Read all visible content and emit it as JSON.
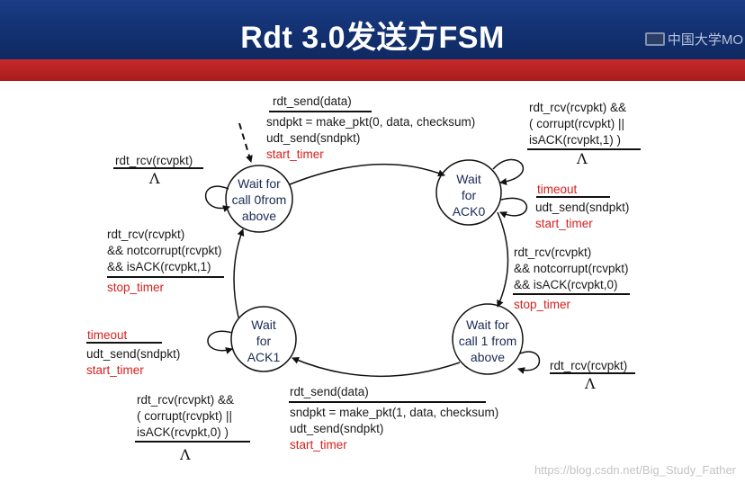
{
  "title": "Rdt 3.0发送方FSM",
  "logo_text": "中国大学MO",
  "watermark": "https://blog.csdn.net/Big_Study_Father",
  "states": {
    "wait_call0": [
      "Wait for",
      "call 0from",
      "above"
    ],
    "wait_ack0": [
      "Wait",
      "for",
      "ACK0"
    ],
    "wait_call1": [
      "Wait for",
      "call 1 from",
      "above"
    ],
    "wait_ack1": [
      "Wait",
      "for",
      "ACK1"
    ]
  },
  "transitions": {
    "c0_to_a0": {
      "event": "rdt_send(data)",
      "actions": [
        "sndpkt = make_pkt(0, data, checksum)",
        "udt_send(sndpkt)"
      ],
      "timer": "start_timer"
    },
    "c0_self": {
      "event": "rdt_rcv(rcvpkt)",
      "lambda": "Λ"
    },
    "a0_self_corrupt": {
      "event": [
        "rdt_rcv(rcvpkt) &&",
        "( corrupt(rcvpkt) ||",
        "isACK(rcvpkt,1) )"
      ],
      "lambda": "Λ"
    },
    "a0_timeout": {
      "event": "timeout",
      "actions": [
        "udt_send(sndpkt)"
      ],
      "timer": "start_timer"
    },
    "a0_to_c1": {
      "event": [
        "rdt_rcv(rcvpkt)",
        "&& notcorrupt(rcvpkt)",
        "&& isACK(rcvpkt,0)"
      ],
      "timer": "stop_timer"
    },
    "c1_self": {
      "event": "rdt_rcv(rcvpkt)",
      "lambda": "Λ"
    },
    "c1_to_a1": {
      "event": "rdt_send(data)",
      "actions": [
        "sndpkt = make_pkt(1, data, checksum)",
        "udt_send(sndpkt)"
      ],
      "timer": "start_timer"
    },
    "a1_timeout": {
      "event": "timeout",
      "actions": [
        "udt_send(sndpkt)"
      ],
      "timer": "start_timer"
    },
    "a1_self_corrupt": {
      "event": [
        "rdt_rcv(rcvpkt) &&",
        "( corrupt(rcvpkt) ||",
        "isACK(rcvpkt,0) )"
      ],
      "lambda": "Λ"
    },
    "a1_to_c0": {
      "event": [
        "rdt_rcv(rcvpkt)",
        "&& notcorrupt(rcvpkt)",
        "&& isACK(rcvpkt,1)"
      ],
      "timer": "stop_timer"
    }
  }
}
